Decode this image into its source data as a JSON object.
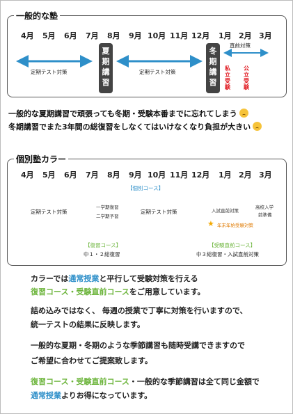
{
  "months": [
    "4月",
    "5月",
    "6月",
    "7月",
    "8月",
    "9月",
    "10月",
    "11月",
    "12月",
    "1月",
    "2月",
    "3月"
  ],
  "general": {
    "title": "一般的な塾",
    "summer_label": [
      "夏",
      "期",
      "講",
      "習"
    ],
    "winter_label": [
      "冬",
      "期",
      "講",
      "習"
    ],
    "test_prep_1": "定期テスト対策",
    "test_prep_2": "定期テスト対策",
    "direct_prep": "直前対策",
    "private_exam": [
      "私",
      "立",
      "受",
      "験"
    ],
    "public_exam": [
      "公",
      "立",
      "受",
      "験"
    ]
  },
  "warnings": {
    "line1": "一般的な夏期講習で頑張っても冬期・受験本番までに忘れてしまう",
    "line2": "冬期講習でまた3年間の総復習をしなくてはいけなくなり負担が大きい"
  },
  "individual": {
    "title": "個別塾カラー",
    "test_prep_1": "定期テスト対策",
    "term1_review": "一学期復習",
    "term2_preview": "二学期予習",
    "regular_course": "【個別コース】",
    "test_prep_2": "定期テスト対策",
    "exam_prep": "入試直前対策",
    "hs_prep": "高校入学",
    "hs_prep2": "前準備",
    "new_year": "年末年始受験対策",
    "review_course": "【復習コース】",
    "review_desc": "中１・２総復習",
    "final_course": "【受験直前コース】",
    "final_desc": "中３総復習・入試直前対策"
  },
  "body": {
    "p1_a": "カラーでは",
    "p1_b": "通常授業",
    "p1_c": "と平行して受験対策を行える",
    "p2_a": "復習コース・受験直前コース",
    "p2_b": "をご用意しています。",
    "p3": "詰め込みではなく、 毎週の授業で丁寧に対策を行いますので、",
    "p4": "統一テストの結果に反映します。",
    "p5": "一般的な夏期・冬期のような季節講習も随時受講できますので",
    "p6": "ご希望に合わせてご提案致します。",
    "p7_a": "復習コース・受験直前コース",
    "p7_b": "・一般的な季節講習は全て同じ金額で",
    "p8_a": "通常授業",
    "p8_b": "よりお得になっています。"
  },
  "colors": {
    "blue": "#2e8fc9",
    "green": "#6bb43a",
    "red": "#e0161d",
    "orange": "#f3a800",
    "dark": "#444444"
  }
}
